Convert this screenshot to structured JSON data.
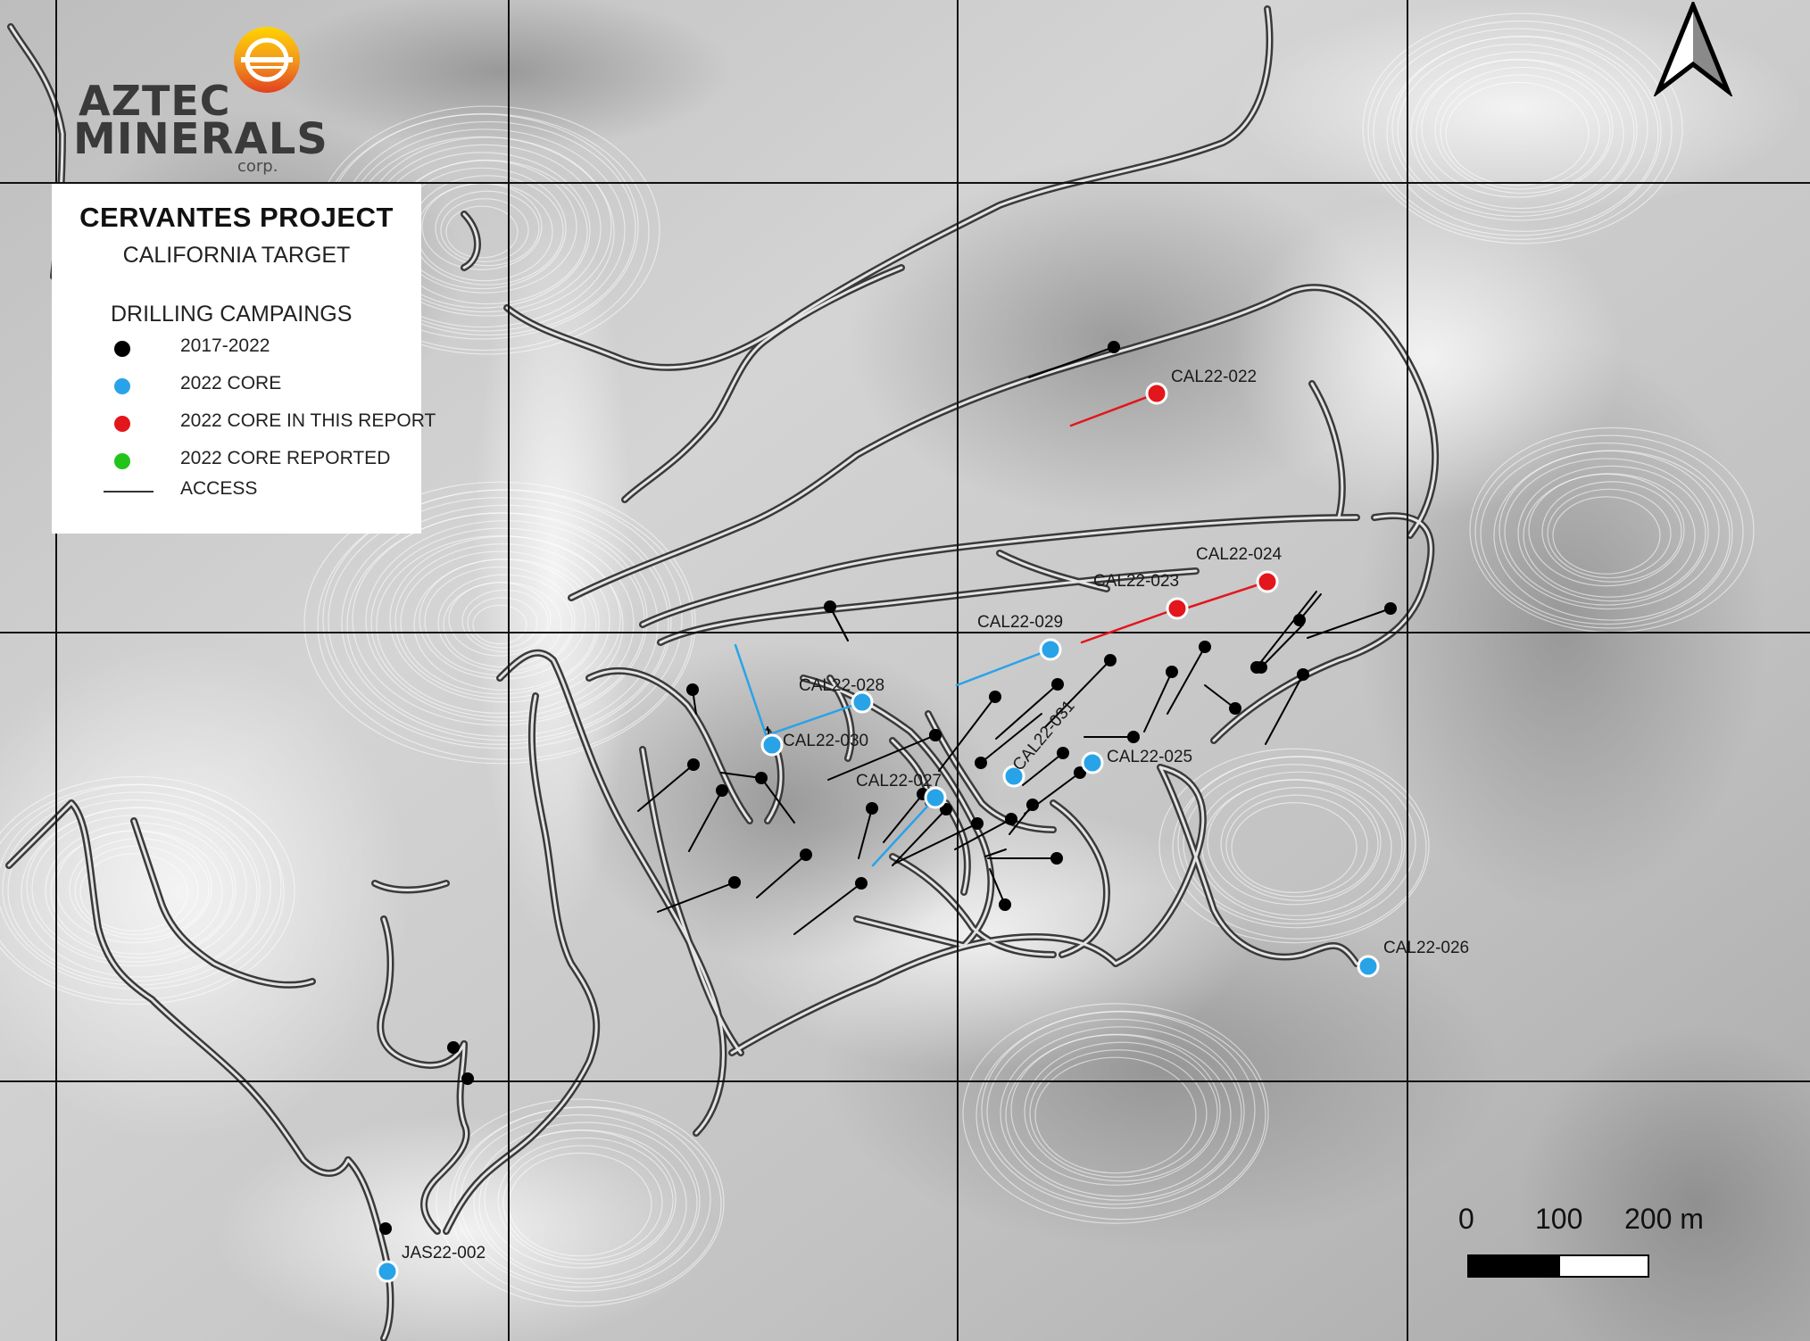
{
  "logo": {
    "line1": "AZTEC",
    "line2": "MINERALS",
    "suffix": "corp."
  },
  "legend": {
    "title": "CERVANTES PROJECT",
    "subtitle": "CALIFORNIA TARGET",
    "section_title": "DRILLING CAMPAINGS",
    "items": [
      {
        "label": "2017-2022",
        "color": "#000000",
        "icon": "black-dot"
      },
      {
        "label": "2022 CORE",
        "color": "#29a3e8",
        "icon": "blue-dot"
      },
      {
        "label": "2022 CORE IN THIS REPORT",
        "color": "#e3161b",
        "icon": "red-dot"
      },
      {
        "label": "2022 CORE REPORTED",
        "color": "#22c41a",
        "icon": "green-dot"
      },
      {
        "label": "ACCESS",
        "color": "#333333",
        "icon": "line"
      }
    ]
  },
  "drill_labels": {
    "cal22_022": "CAL22-022",
    "cal22_024": "CAL22-024",
    "cal22_023": "CAL22-023",
    "cal22_029": "CAL22-029",
    "cal22_028": "CAL22-028",
    "cal22_030": "CAL22-030",
    "cal22_031": "CAL22-031",
    "cal22_025": "CAL22-025",
    "cal22_027": "CAL22-027",
    "cal22_026": "CAL22-026",
    "jas22_002": "JAS22-002"
  },
  "scale_bar": {
    "label_0": "0",
    "label_100": "100",
    "label_200": "200 m"
  },
  "north_arrow_icon": "north-arrow-icon",
  "colors": {
    "historic": "#000000",
    "core_2022": "#29a3e8",
    "core_this_report": "#e3161b",
    "core_reported": "#22c41a",
    "access_road": "#3a3a3a",
    "grid": "#111111"
  }
}
